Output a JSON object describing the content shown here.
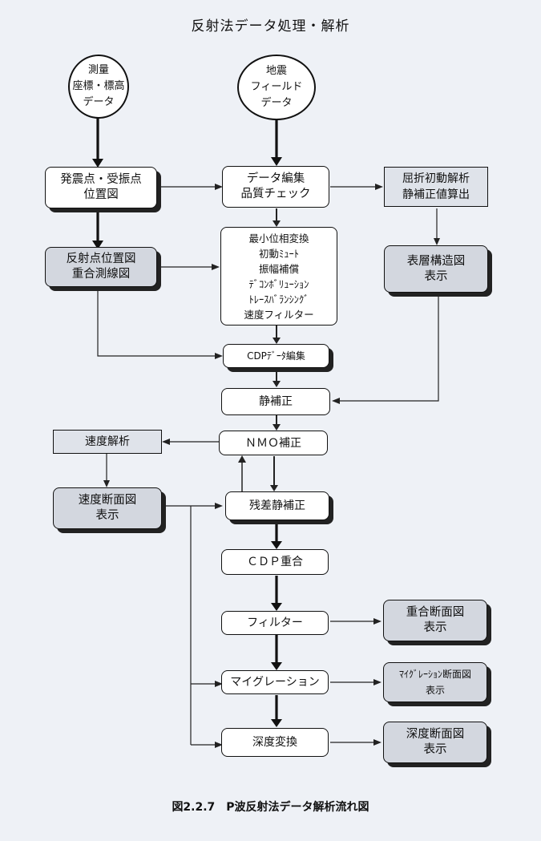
{
  "title": "反射法データ処理・解析",
  "caption": "図2.2.7　P波反射法データ解析流れ図",
  "nodes": {
    "survey_coords": [
      "測量",
      "座標・標高",
      "データ"
    ],
    "field_data": [
      "地震",
      "フィールド",
      "データ"
    ],
    "shot_receiver_map": [
      "発震点・受振点",
      "位置図"
    ],
    "data_edit": [
      "データ編集",
      "品質チェック"
    ],
    "refraction": [
      "屈折初動解析",
      "静補正値算出"
    ],
    "reflection_point_map": [
      "反射点位置図",
      "重合測線図"
    ],
    "preprocessing": [
      "最小位相変換",
      "初動ﾐｭｰﾄ",
      "振幅補償",
      "ﾃﾞｺﾝﾎﾞﾘｭｰｼｮﾝ",
      "ﾄﾚｰｽﾊﾞﾗﾝｼﾝｸﾞ",
      "速度フィルター"
    ],
    "surface_structure": [
      "表層構造図",
      "表示"
    ],
    "cdp_edit": [
      "CDPﾃﾞｰﾀ編集"
    ],
    "static_correction": [
      "静補正"
    ],
    "velocity_analysis": [
      "速度解析"
    ],
    "nmo": [
      "ＮＭＯ補正"
    ],
    "velocity_section": [
      "速度断面図",
      "表示"
    ],
    "residual_static": [
      "残差静補正"
    ],
    "cdp_stack": [
      "ＣＤＰ重合"
    ],
    "filter": [
      "フィルター"
    ],
    "stack_section": [
      "重合断面図",
      "表示"
    ],
    "migration": [
      "マイグレーション"
    ],
    "migration_section": [
      "ﾏｲｸﾞﾚｰｼｮﾝ断面図",
      "表示"
    ],
    "depth_conversion": [
      "深度変換"
    ],
    "depth_section": [
      "深度断面図",
      "表示"
    ]
  }
}
